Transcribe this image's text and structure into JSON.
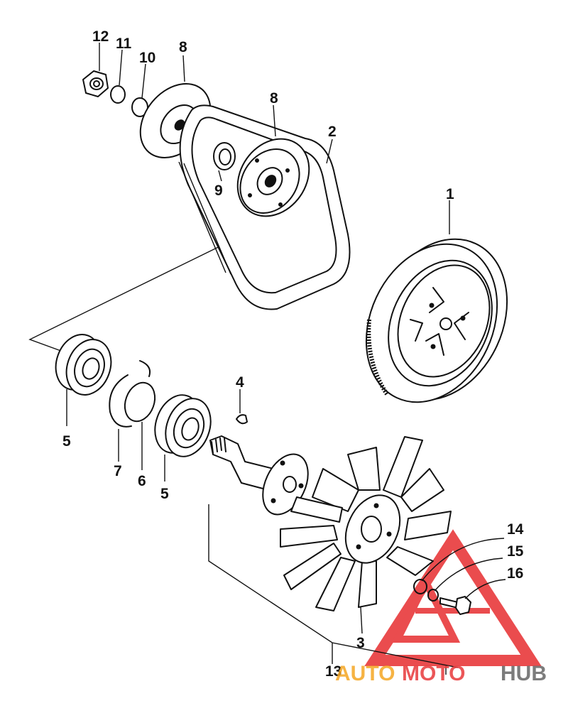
{
  "parts": [
    {
      "id": "label-1",
      "number": "1"
    },
    {
      "id": "label-2",
      "number": "2"
    },
    {
      "id": "label-3",
      "number": "3"
    },
    {
      "id": "label-4",
      "number": "4"
    },
    {
      "id": "label-5a",
      "number": "5"
    },
    {
      "id": "label-5b",
      "number": "5"
    },
    {
      "id": "label-6",
      "number": "6"
    },
    {
      "id": "label-7",
      "number": "7"
    },
    {
      "id": "label-8a",
      "number": "8"
    },
    {
      "id": "label-8b",
      "number": "8"
    },
    {
      "id": "label-9",
      "number": "9"
    },
    {
      "id": "label-10",
      "number": "10"
    },
    {
      "id": "label-11",
      "number": "11"
    },
    {
      "id": "label-12",
      "number": "12"
    },
    {
      "id": "label-13",
      "number": "13"
    },
    {
      "id": "label-14",
      "number": "14"
    },
    {
      "id": "label-15",
      "number": "15"
    },
    {
      "id": "label-16",
      "number": "16"
    }
  ],
  "watermark": {
    "text_auto": "AUTO",
    "text_moto": "MOTO",
    "text_hub": "HUB",
    "colors": {
      "triangle": "#e8393b",
      "auto": "#f5a623",
      "moto": "#e8393b",
      "hub": "#666666"
    }
  }
}
